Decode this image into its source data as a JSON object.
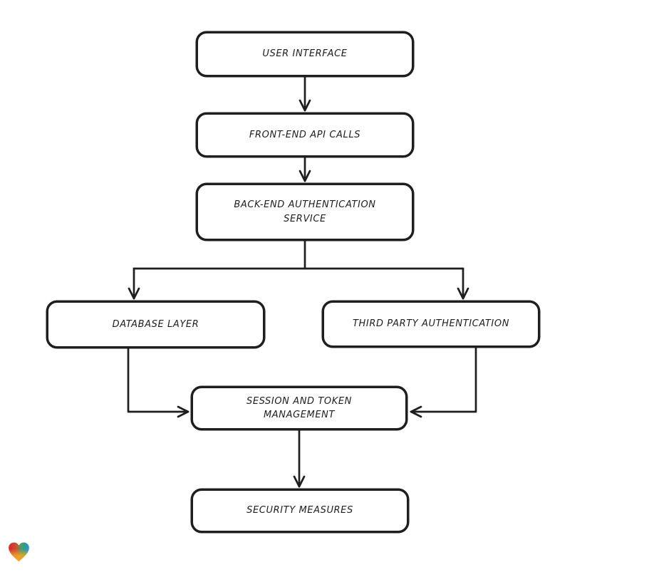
{
  "page": {
    "background_color": "#ffffff",
    "stroke_color": "#1e1e1e",
    "node_fill_color": "#ffffff"
  },
  "diagram": {
    "type": "flowchart",
    "nodes": [
      {
        "id": "user-interface",
        "label": "USER INTERFACE"
      },
      {
        "id": "front-end-api-calls",
        "label": "FRONT-END API CALLS"
      },
      {
        "id": "back-end-authentication-service",
        "label": "BACK-END AUTHENTICATION SERVICE"
      },
      {
        "id": "database-layer",
        "label": "DATABASE LAYER"
      },
      {
        "id": "third-party-authentication",
        "label": "THIRD PARTY AUTHENTICATION"
      },
      {
        "id": "session-and-token-management",
        "label": "SESSION AND TOKEN MANAGEMENT"
      },
      {
        "id": "security-measures",
        "label": "SECURITY MEASURES"
      }
    ],
    "edges": [
      {
        "from": "user-interface",
        "to": "front-end-api-calls",
        "arrow": "down"
      },
      {
        "from": "front-end-api-calls",
        "to": "back-end-authentication-service",
        "arrow": "down"
      },
      {
        "from": "back-end-authentication-service",
        "to": "database-layer",
        "arrow": "down"
      },
      {
        "from": "back-end-authentication-service",
        "to": "third-party-authentication",
        "arrow": "down"
      },
      {
        "from": "database-layer",
        "to": "session-and-token-management",
        "arrow": "right"
      },
      {
        "from": "third-party-authentication",
        "to": "session-and-token-management",
        "arrow": "left"
      },
      {
        "from": "session-and-token-management",
        "to": "security-measures",
        "arrow": "down"
      }
    ]
  },
  "footer": {
    "logo": "eraser-heart-logo",
    "logo_colors": {
      "red": "#e11f2f",
      "teal": "#29a08c",
      "blue": "#2f8fd8",
      "orange": "#f6a623"
    }
  }
}
